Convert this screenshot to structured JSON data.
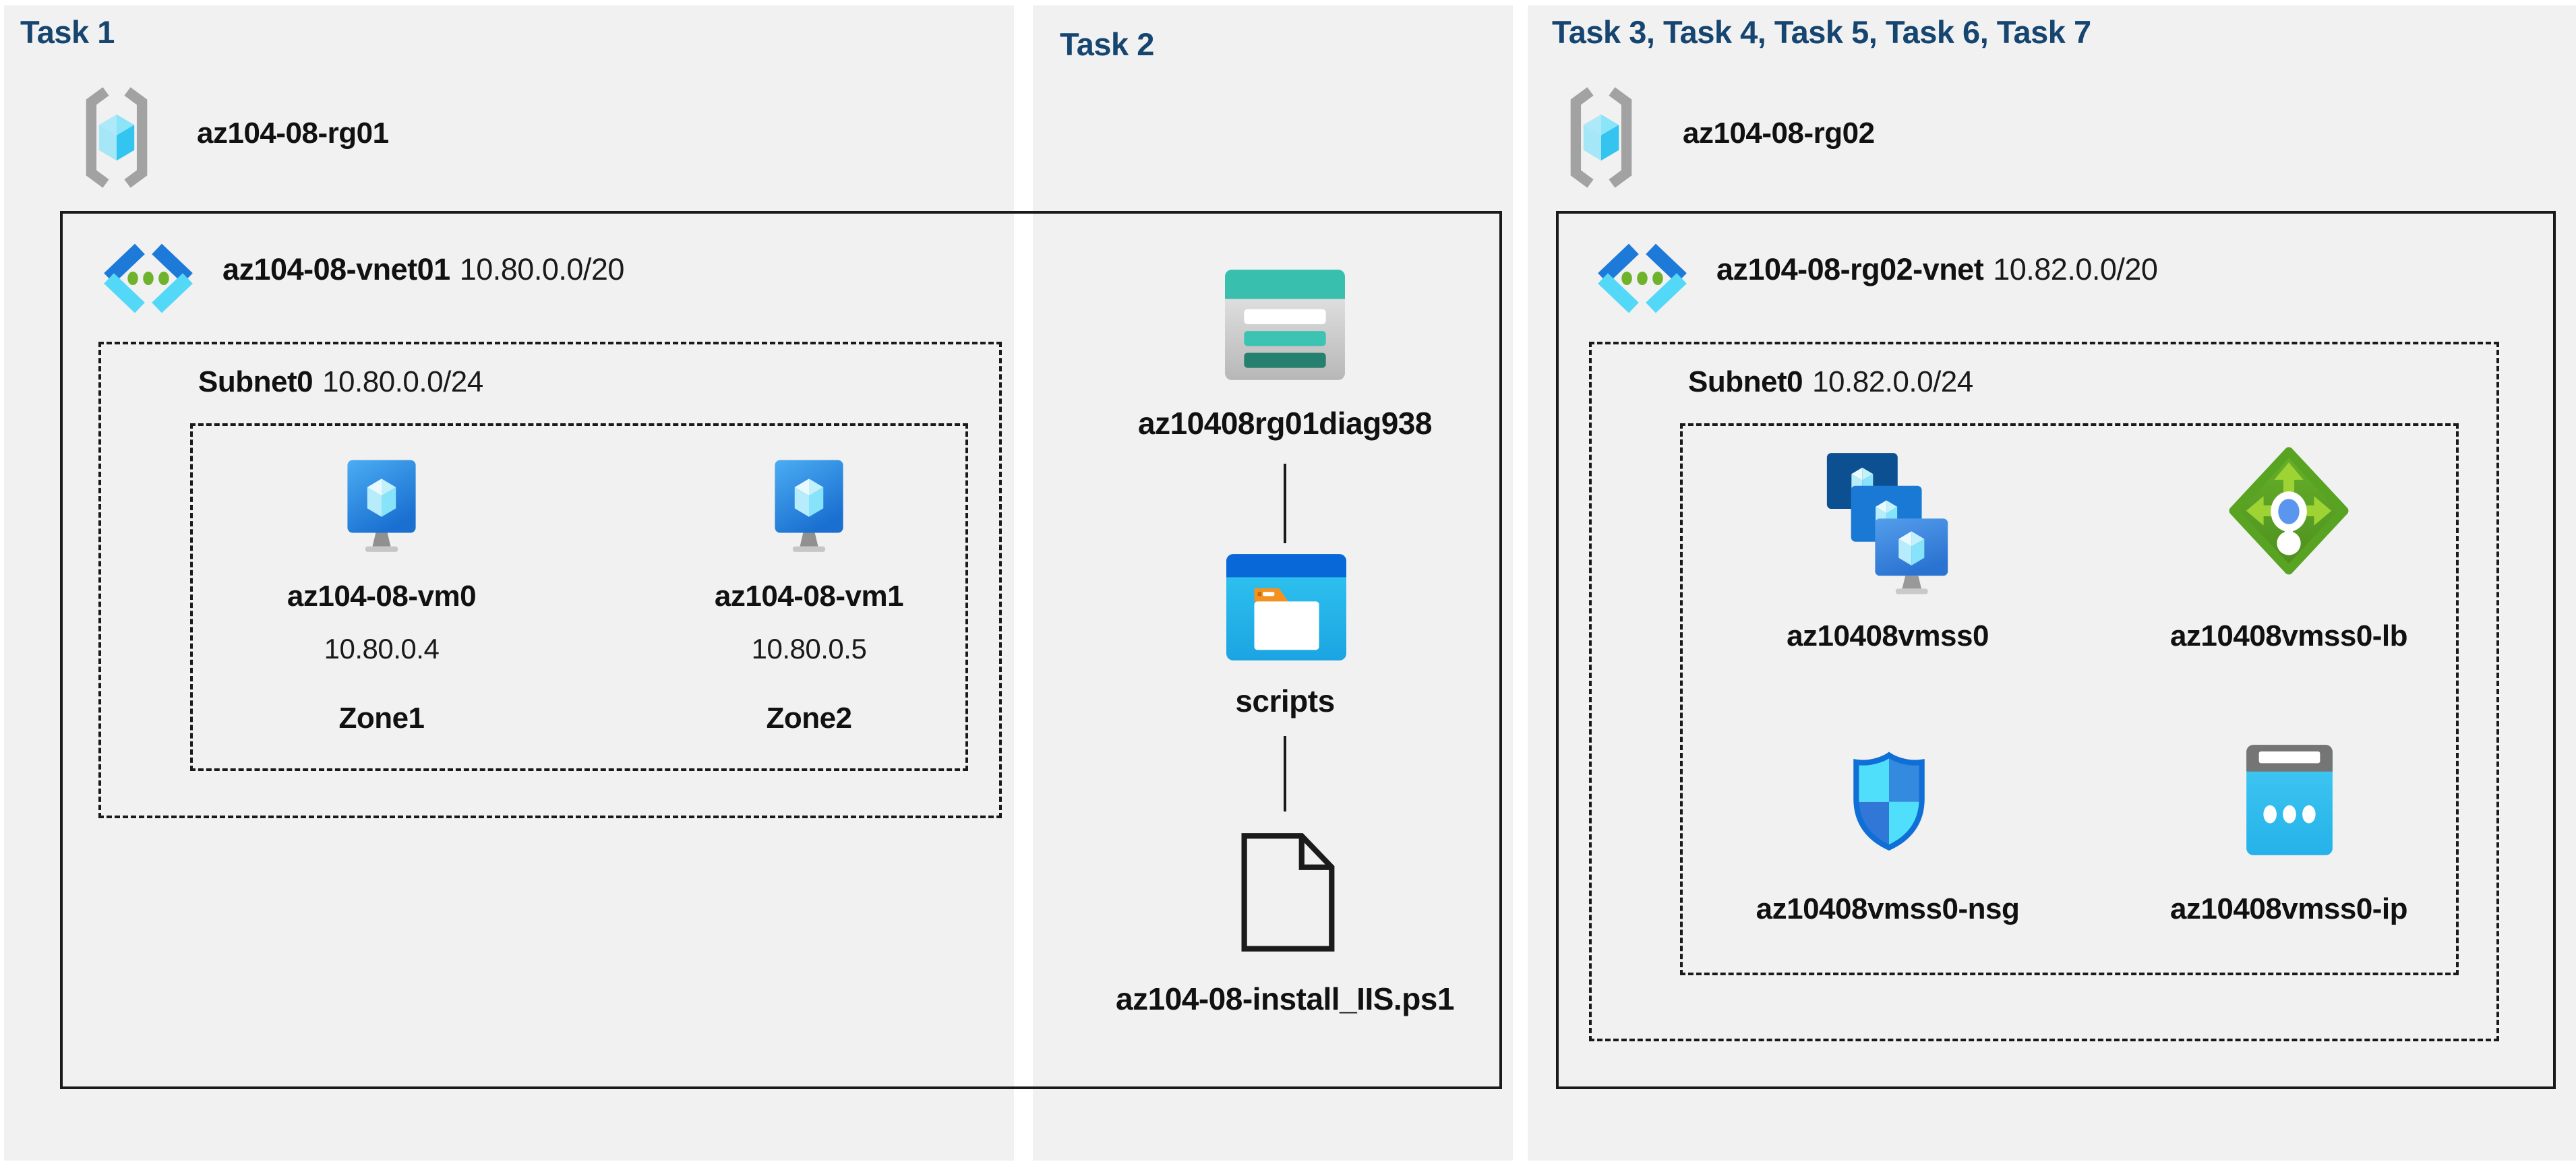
{
  "task1": {
    "title": "Task 1",
    "resource_group": "az104-08-rg01",
    "vnet": {
      "name": "az104-08-vnet01",
      "cidr": "10.80.0.0/20"
    },
    "subnet": {
      "name": "Subnet0",
      "cidr": "10.80.0.0/24"
    },
    "vms": [
      {
        "name": "az104-08-vm0",
        "ip": "10.80.0.4",
        "zone": "Zone1"
      },
      {
        "name": "az104-08-vm1",
        "ip": "10.80.0.5",
        "zone": "Zone2"
      }
    ]
  },
  "task2": {
    "title": "Task 2",
    "storage_account": "az10408rg01diag938",
    "container": "scripts",
    "script_file": "az104-08-install_IIS.ps1"
  },
  "task3": {
    "title": "Task 3, Task 4, Task 5, Task 6, Task 7",
    "resource_group": "az104-08-rg02",
    "vnet": {
      "name": "az104-08-rg02-vnet",
      "cidr": "10.82.0.0/20"
    },
    "subnet": {
      "name": "Subnet0",
      "cidr": "10.82.0.0/24"
    },
    "resources": [
      {
        "name": "az10408vmss0",
        "icon": "vmss-icon"
      },
      {
        "name": "az10408vmss0-lb",
        "icon": "load-balancer-icon"
      },
      {
        "name": "az10408vmss0-nsg",
        "icon": "nsg-icon"
      },
      {
        "name": "az10408vmss0-ip",
        "icon": "public-ip-icon"
      }
    ]
  },
  "colors": {
    "task_title": "#164570",
    "panel_background": "#f1f1f1",
    "border": "#1a1a1a",
    "vnet_blue": "#1d7ad8",
    "vnet_cyan": "#53d9f7",
    "storage_teal": "#39bfae",
    "lb_green": "#5aa322",
    "nsg_blue": "#0f6fd6"
  }
}
